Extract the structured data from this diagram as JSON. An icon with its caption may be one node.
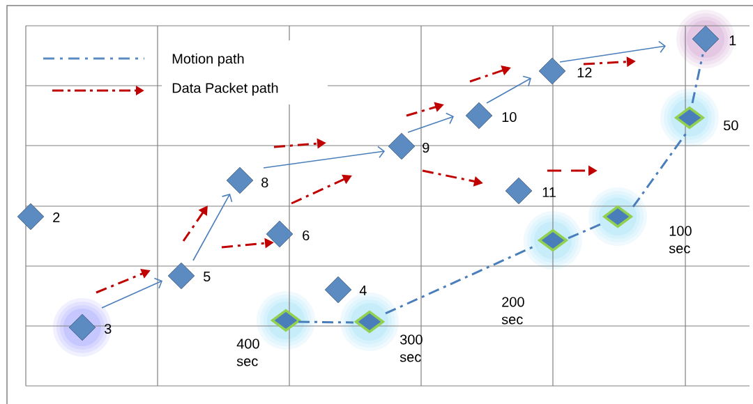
{
  "diagram": {
    "nodes": [
      {
        "text": [],
        "shape": "diamond",
        "beside": [
          "1"
        ]
      },
      {
        "text": [],
        "shape": "diamond",
        "beside": [
          "12"
        ]
      },
      {
        "text": [],
        "shape": "diamond",
        "beside": [
          "10"
        ]
      },
      {
        "text": [],
        "shape": "diamond",
        "beside": [
          "50"
        ]
      },
      {
        "text": [],
        "shape": "diamond",
        "beside": [
          "9"
        ]
      },
      {
        "text": [],
        "shape": "diamond",
        "beside": [
          "8"
        ]
      },
      {
        "text": [],
        "shape": "diamond",
        "beside": [
          "11"
        ]
      },
      {
        "text": [],
        "shape": "diamond",
        "beside": [
          "2"
        ]
      },
      {
        "text": [],
        "shape": "diamond",
        "beside": [
          "100 sec"
        ]
      },
      {
        "text": [],
        "shape": "diamond",
        "beside": [
          "6"
        ]
      },
      {
        "text": [],
        "shape": "diamond",
        "beside": [
          "200 sec"
        ]
      },
      {
        "text": [],
        "shape": "diamond",
        "beside": [
          "5"
        ]
      },
      {
        "text": [],
        "shape": "diamond",
        "beside": [
          "4"
        ]
      },
      {
        "text": [],
        "shape": "diamond",
        "beside": [
          "400 sec"
        ]
      },
      {
        "text": [],
        "shape": "diamond",
        "beside": [
          "300 sec"
        ]
      },
      {
        "text": [],
        "shape": "diamond",
        "beside": [
          "3"
        ]
      }
    ],
    "edges": [
      {
        "from": 15,
        "to": 11,
        "arrow": "to"
      },
      {
        "from": 11,
        "to": 5,
        "arrow": "to"
      },
      {
        "from": 5,
        "to": 4,
        "arrow": "to"
      },
      {
        "from": 4,
        "to": 2,
        "arrow": "to"
      },
      {
        "from": 2,
        "to": 1,
        "arrow": "to"
      },
      {
        "from": 1,
        "to": 0,
        "arrow": "to"
      },
      {
        "from": 15,
        "to": 11,
        "arrow": "to",
        "style": "dashed",
        "color": "#c00000"
      },
      {
        "from": 11,
        "to": 5,
        "arrow": "to",
        "style": "dashed",
        "color": "#c00000"
      },
      {
        "from": 11,
        "to": 9,
        "arrow": "to",
        "style": "dashed",
        "color": "#c00000"
      },
      {
        "from": 4,
        "to": 2,
        "arrow": "to",
        "style": "dashed",
        "color": "#c00000"
      },
      {
        "from": 2,
        "to": 1,
        "arrow": "to",
        "style": "dashed",
        "color": "#c00000"
      },
      {
        "from": 4,
        "to": 6,
        "arrow": "to",
        "style": "dashed",
        "color": "#c00000"
      },
      {
        "from": 13,
        "to": 14,
        "arrow": "none",
        "style": "dashed"
      },
      {
        "from": 14,
        "to": 10,
        "arrow": "none",
        "style": "dashed"
      },
      {
        "from": 10,
        "to": 8,
        "arrow": "none",
        "style": "dashed"
      },
      {
        "from": 8,
        "to": 3,
        "arrow": "none",
        "style": "dashed"
      },
      {
        "from": 3,
        "to": 0,
        "arrow": "none",
        "style": "dashed"
      }
    ],
    "legend": [
      {
        "text": "Motion path"
      },
      {
        "text": "Data Packet path"
      }
    ]
  }
}
